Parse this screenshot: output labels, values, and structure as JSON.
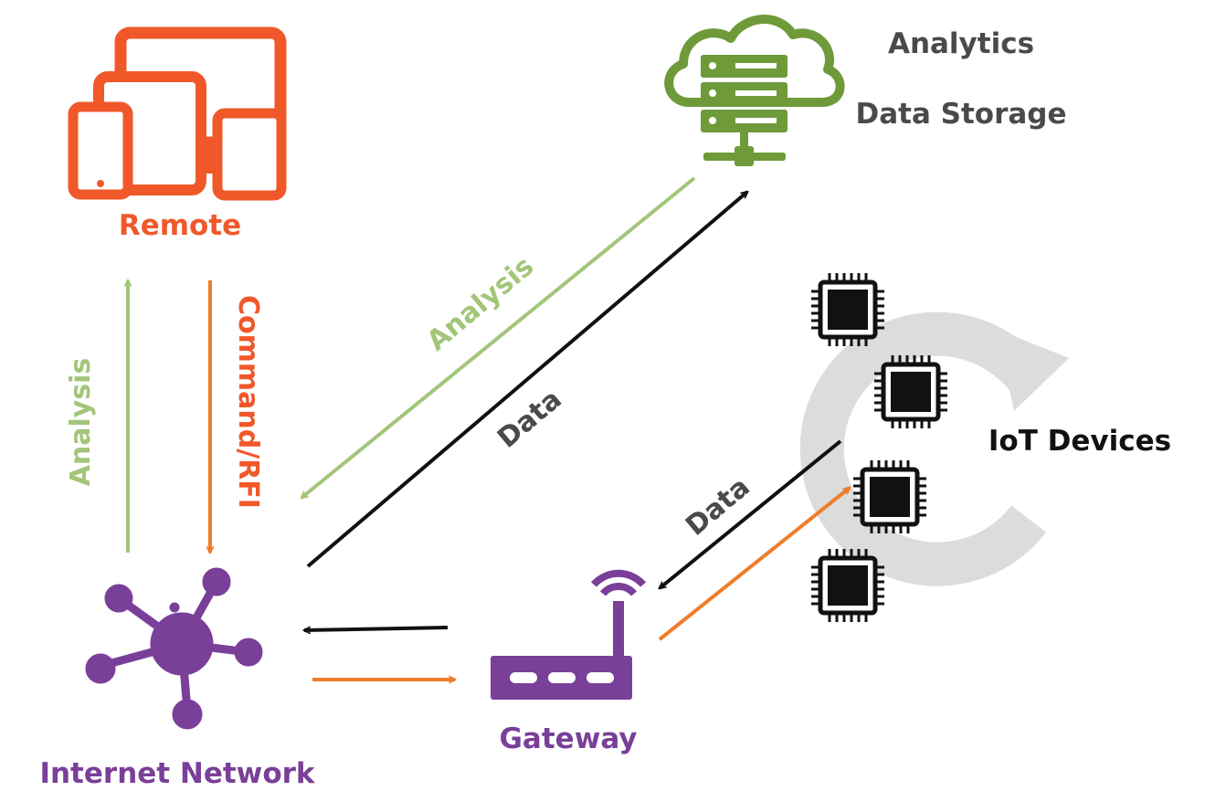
{
  "nodes": {
    "remote": {
      "label": "Remote",
      "icon": "devices-icon"
    },
    "cloud": {
      "label_line1": "Analytics",
      "label_line2": "Data Storage",
      "icon": "cloud-server-icon"
    },
    "iot": {
      "label": "IoT Devices",
      "icon": "chip-icon"
    },
    "network": {
      "label": "Internet Network",
      "icon": "network-hub-icon"
    },
    "gateway": {
      "label": "Gateway",
      "icon": "router-icon"
    }
  },
  "edges": {
    "network_to_remote": "Analysis",
    "remote_to_network": "Command/RFI",
    "cloud_to_network": "Analysis",
    "network_cloud": "Data",
    "iot_to_gateway": "Data"
  },
  "colors": {
    "orange": "#f0582a",
    "orange_arrow": "#ef7d2a",
    "green": "#6f9a3a",
    "green_light": "#a3c57a",
    "purple": "#7a3f98",
    "black": "#111111",
    "label_dark": "#4a4a4a",
    "cycle_gray": "#dcdcdc"
  }
}
